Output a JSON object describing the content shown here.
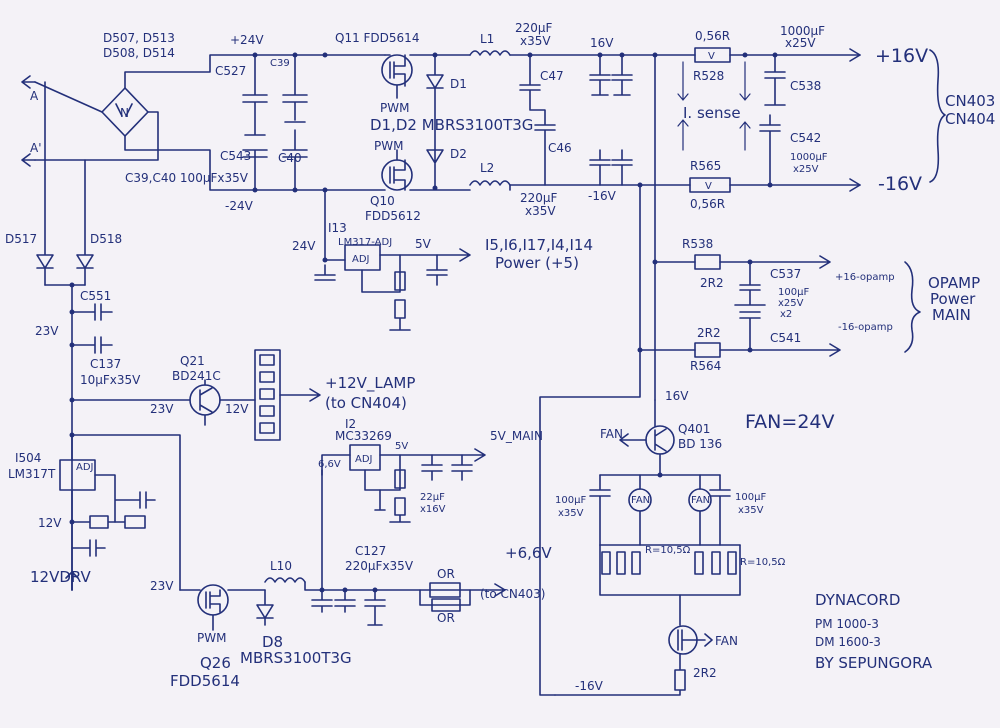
{
  "labels": {
    "bridge_diodes_1": "D507, D513",
    "bridge_diodes_2": "D508, D514",
    "bridge_symbol": "N",
    "in_a": "A",
    "in_a2": "A'",
    "c527": "C527",
    "c39": "C39",
    "c543": "C543",
    "c40": "C40",
    "c39_c40": "C39,C40 100µFx35V",
    "plus24": "+24V",
    "minus24": "-24V",
    "q11": "Q11 FDD5614",
    "pwm_top": "PWM",
    "d1": "D1",
    "d1d2": "D1,D2 MBRS3100T3G",
    "l1": "L1",
    "c47_val": "220µF",
    "c47_val2": "x35V",
    "c47": "C47",
    "c46": "C46",
    "v16_top": "16V",
    "r528_val": "0,56R",
    "r528": "R528",
    "v_sym_1": "V",
    "c538_val": "1000µF",
    "c538_val2": "x25V",
    "c538": "C538",
    "plus16": "+16V",
    "isense": "I. sense",
    "c542": "C542",
    "c542_val": "1000µF",
    "c542_val2": "x25V",
    "cn403": "CN403",
    "cn404": "CN404",
    "r565": "R565",
    "v_sym_2": "V",
    "r565_val": "0,56R",
    "minus16": "-16V",
    "pwm_mid": "PWM",
    "q10": "Q10",
    "q10_part": "FDD5612",
    "d2": "D2",
    "l2": "L2",
    "c46_val": "220µF",
    "c46_val2": "x35V",
    "minus16_small": "-16V",
    "d517": "D517",
    "d518": "D518",
    "i13": "I13",
    "i13_part": "LM317-ADJ",
    "v24_i13": "24V",
    "v5": "5V",
    "adj_i13": "ADJ",
    "power_list": "I5,I6,I17,I4,I14",
    "power_5": "Power (+5)",
    "r538": "R538",
    "r538_val": "2R2",
    "c537": "C537",
    "plus16_opamp": "+16-opamp",
    "c537_val": "100µF",
    "c537_val2": "x25V",
    "c537_val3": "x2",
    "opamp_1": "OPAMP",
    "opamp_2": "Power",
    "opamp_3": "MAIN",
    "minus16_opamp": "-16-opamp",
    "r564_val": "2R2",
    "c541": "C541",
    "r564": "R564",
    "c551": "C551",
    "v23_a": "23V",
    "c137": "C137",
    "c137_val": "10µFx35V",
    "q21": "Q21",
    "q21_part": "BD241C",
    "v23_b": "23V",
    "v12_q21": "12V",
    "lamp": "+12V_LAMP",
    "to_cn404": "(to CN404)",
    "v16_mid": "16V",
    "fan_label": "FAN",
    "q401": "Q401",
    "q401_part": "BD 136",
    "fan_eq": "FAN=24V",
    "i2": "I2",
    "i2_part": "MC33269",
    "v5_i2": "5V",
    "v66": "6,6V",
    "adj_i2": "ADJ",
    "v5main": "5V_MAIN",
    "c_22u": "22µF",
    "c_22u2": "x16V",
    "i504": "I504",
    "i504_part": "LM317T",
    "adj_i504": "ADJ",
    "v12_i504": "12V",
    "v12drv": "12VDRV",
    "fan_c1": "100µF",
    "fan_c1b": "x35V",
    "fan_c2": "100µF",
    "fan_c2b": "x35V",
    "fan_m": "FAN",
    "r_fan_1": "R=10,5Ω",
    "r_fan_2": "R=10,5Ω",
    "v23_c": "23V",
    "l10": "L10",
    "c127": "C127",
    "c127_val": "220µFx35V",
    "or1": "OR",
    "or2": "OR",
    "plus66": "+6,6V",
    "to_cn403": "(to CN403)",
    "pwm_q26": "PWM",
    "q26": "Q26",
    "q26_part": "FDD5614",
    "d8": "D8",
    "d8_part": "MBRS3100T3G",
    "fan_bottom": "FAN",
    "r_bottom": "2R2",
    "minus16_bottom": "-16V",
    "brand": "DYNACORD",
    "model_1": "PM 1000-3",
    "model_2": "DM 1600-3",
    "author": "BY SEPUNGORA"
  }
}
